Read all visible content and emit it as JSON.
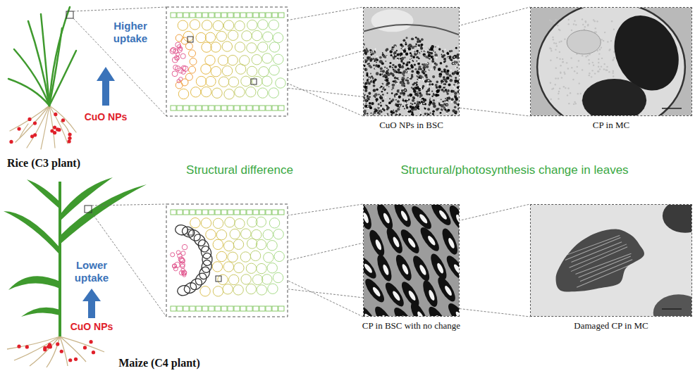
{
  "diagram": {
    "nodes": [
      {
        "text": [
          "CuO NPs in BSC"
        ]
      },
      {
        "text": [
          "CP in MC"
        ]
      },
      {
        "text": [
          "CP in BSC with no change"
        ]
      },
      {
        "text": [
          "Damaged CP in MC"
        ]
      }
    ],
    "labels": [
      "Higher uptake",
      "CuO NPs",
      "Rice (C3 plant)",
      "Structural difference",
      "Structural/photosynthesis change in leaves",
      "Lower uptake",
      "CuO NPs",
      "Maize (C4 plant)"
    ]
  }
}
